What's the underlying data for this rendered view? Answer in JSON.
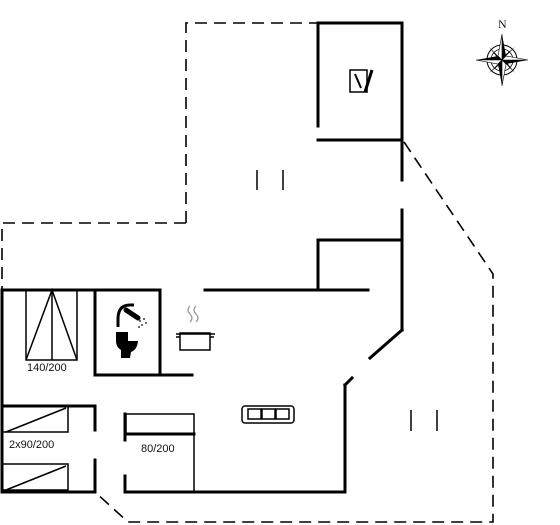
{
  "compass": {
    "label": "N",
    "icon": "compass-rose-icon"
  },
  "rooms": {
    "double_bed_label": "140/200",
    "twin_beds_label": "2x90/200",
    "single_bed_label": "80/200"
  },
  "icons": {
    "bbq": "barbecue-tools-icon",
    "shower": "shower-icon",
    "toilet": "toilet-icon",
    "cooking_pot": "cooking-pot-icon",
    "sofa": "sofa-icon",
    "bed": "bed-icon"
  },
  "colors": {
    "line": "#000000",
    "background": "#ffffff"
  }
}
